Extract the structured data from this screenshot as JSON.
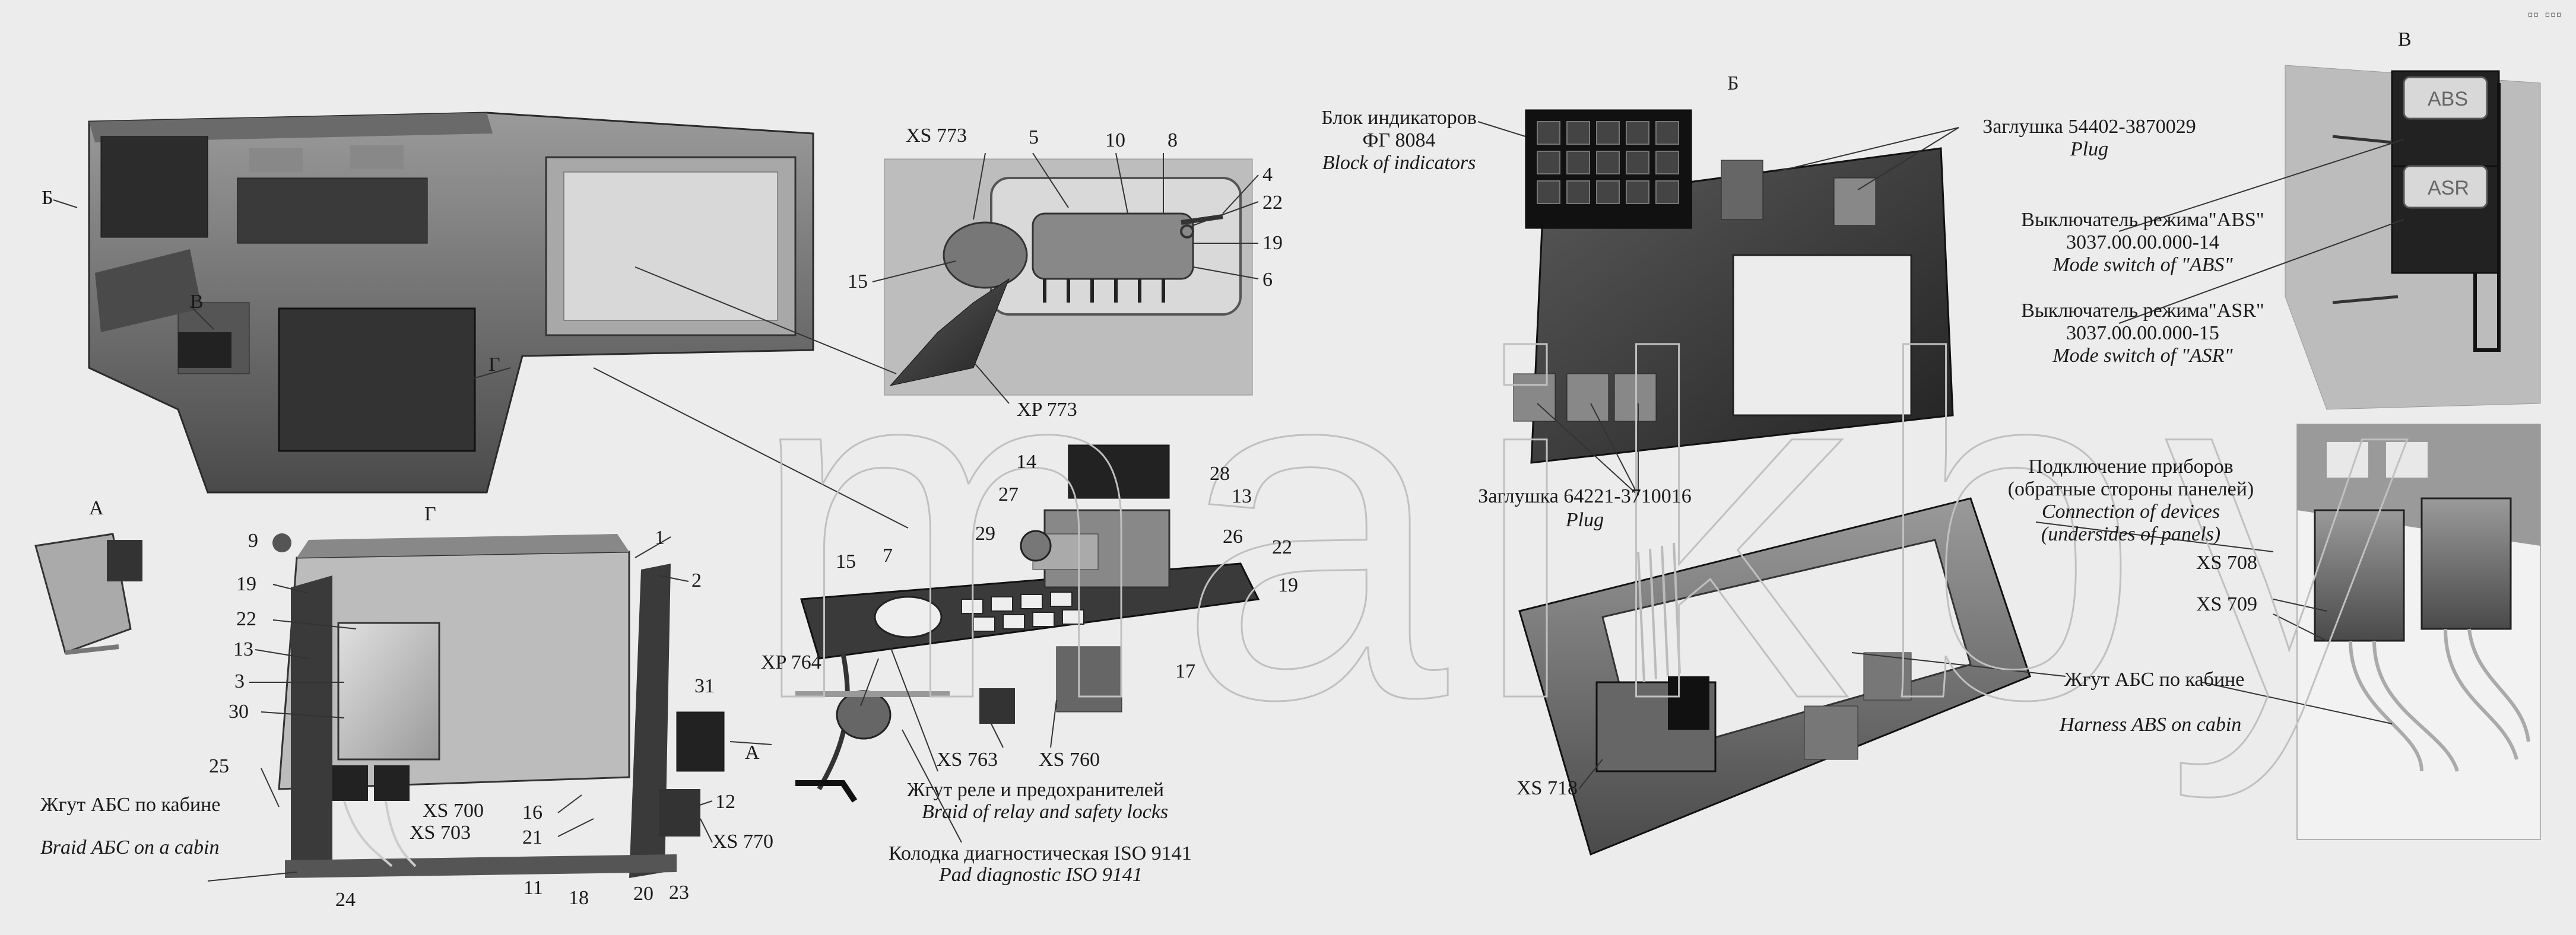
{
  "watermark": "maikby",
  "corner_mark": "▫▫ ▫▫▫",
  "views": {
    "A": "А",
    "B": "Б",
    "V": "В",
    "G": "Г"
  },
  "labels": {
    "xs773": "XS 773",
    "xp773": "XP 773",
    "xp764": "XP 764",
    "xs763": "XS 763",
    "xs760": "XS 760",
    "xs700": "XS 700",
    "xs703": "XS 703",
    "xs770": "XS 770",
    "xs718": "XS 718",
    "xs708": "XS 708",
    "xs709": "XS 709",
    "harness_ru_left": "Жгут АБС по кабине",
    "harness_en_left": "Braid АБС on a cabin",
    "relay_ru": "Жгут реле и предохранителей",
    "relay_en": "Braid of  relay and safety locks",
    "diag_ru": "Колодка диагностическая ISO 9141",
    "diag_en": "Pad diagnostic ISO 9141",
    "indicators_ru1": "Блок индикаторов",
    "indicators_ru2": "ФГ 8084",
    "indicators_en": "Block of indicators",
    "plug1_ru": "Заглушка 54402-3870029",
    "plug1_en": "Plug",
    "plug2_ru": "Заглушка 64221-3710016",
    "plug2_en": "Plug",
    "abs_ru1": "Выключатель режима\"ABS\"",
    "abs_ru2": "3037.00.00.000-14",
    "abs_en": "Mode switch of  \"ABS\"",
    "asr_ru1": "Выключатель режима\"ASR\"",
    "asr_ru2": "3037.00.00.000-15",
    "asr_en": "Mode switch of  \"ASR\"",
    "conn_ru1": "Подключение приборов",
    "conn_ru2": "(обратные стороны панелей)",
    "conn_en1": "Connection of devices",
    "conn_en2": "(undersides of panels)",
    "harness_ru_right": "Жгут АБС по кабине",
    "harness_en_right": "Harness ABS on  cabin",
    "btn_abs": "ABS",
    "btn_asr": "ASR"
  },
  "part_numbers": {
    "n1": "1",
    "n2": "2",
    "n3": "3",
    "n4": "4",
    "n5": "5",
    "n6": "6",
    "n7": "7",
    "n8": "8",
    "n9": "9",
    "n10": "10",
    "n11": "11",
    "n12": "12",
    "n13a": "13",
    "n13b": "13",
    "n14": "14",
    "n15a": "15",
    "n15b": "15",
    "n16": "16",
    "n17": "17",
    "n18": "18",
    "n19a": "19",
    "n19b": "19",
    "n19c": "19",
    "n20": "20",
    "n21": "21",
    "n22a": "22",
    "n22b": "22",
    "n22c": "22",
    "n23": "23",
    "n24": "24",
    "n25": "25",
    "n26": "26",
    "n27": "27",
    "n28": "28",
    "n29": "29",
    "n30": "30",
    "n31": "31"
  },
  "colors": {
    "background": "#ececec",
    "metal_dark": "#3a3a3a",
    "metal_mid": "#7a7a7a",
    "metal_light": "#b5b5b5",
    "watermark_stroke": "#c0c0c0",
    "inset_bg": "#bdbdbd"
  }
}
